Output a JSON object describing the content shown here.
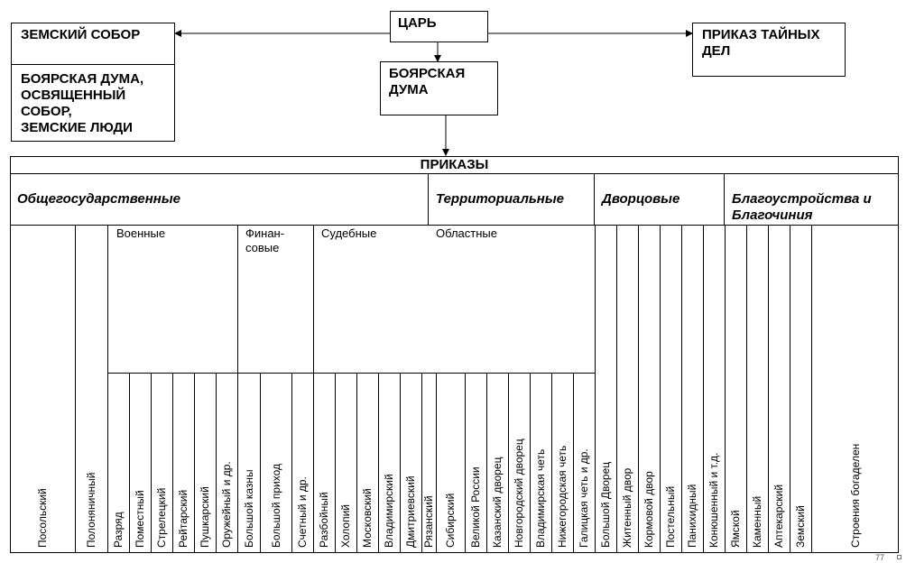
{
  "top": {
    "tsar": "ЦАРЬ",
    "zemsky_sobor": "ЗЕМСКИЙ СОБОР",
    "zemsky_sobor_members": [
      "БОЯРСКАЯ ДУМА,",
      "ОСВЯЩЕННЫЙ",
      "СОБОР,",
      "ЗЕМСКИЕ ЛЮДИ"
    ],
    "boyar_duma": [
      "БОЯРСКАЯ",
      "ДУМА"
    ],
    "secret_prikaz": [
      "ПРИКАЗ ТАЙНЫХ",
      "ДЕЛ"
    ]
  },
  "prikazy": {
    "title": "ПРИКАЗЫ",
    "sections": {
      "general": "Общегосударственные",
      "territorial": "Территориальные",
      "palace": "Дворцовые",
      "welfare": [
        "Благоустройства и",
        "Благочиния"
      ]
    },
    "subgroups": {
      "military": "Военные",
      "financial": [
        "Финан-",
        "совые"
      ],
      "judicial": "Судебные",
      "regional": "Областные"
    },
    "columns": [
      "Посольский",
      "Полоняничный",
      "Разряд",
      "Поместный",
      "Стрелецкий",
      "Рейтарский",
      "Пушкарский",
      "Оружейный и др.",
      "Большой казны",
      "Большой приход",
      "Счетный и др.",
      "Разбойный",
      "Холопий",
      "Московский",
      "Владимирский",
      "Дмитриевский",
      "Рязанский",
      "Сибирский",
      "Великой России",
      "Казанский дворец",
      "Новгородский дворец",
      "Владимирская четь",
      "Нижегородская четь",
      "Галицкая четь и др.",
      "Большой Дворец",
      "Житенный двор",
      "Кормовой двор",
      "Постельный",
      "Панихидный",
      "Конюшенный и т.д.",
      "Ямской",
      "Каменный",
      "Аптекарский",
      "Земский",
      "Строения богаделен"
    ]
  },
  "page_number": "77"
}
